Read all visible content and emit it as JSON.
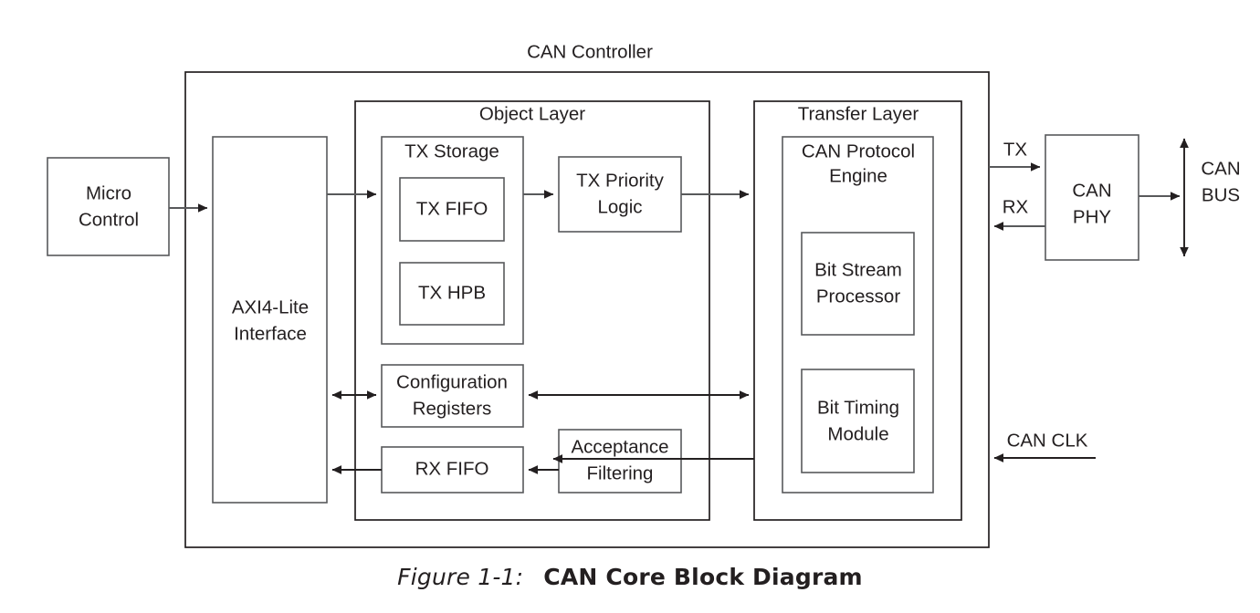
{
  "figure": {
    "number": "Figure 1-1:",
    "title": "CAN Core Block Diagram"
  },
  "diagram": {
    "title": "CAN Controller",
    "external_blocks": [
      {
        "id": "micro-control",
        "label_line1": "Micro",
        "label_line2": "Control"
      },
      {
        "id": "can-phy",
        "label_line1": "CAN",
        "label_line2": "PHY"
      }
    ],
    "interface_block": {
      "id": "axi4-lite-interface",
      "label_line1": "AXI4-Lite",
      "label_line2": "Interface"
    },
    "layers": [
      {
        "id": "object-layer",
        "label": "Object Layer",
        "blocks": [
          {
            "id": "tx-storage",
            "label": "TX Storage"
          },
          {
            "id": "tx-fifo",
            "label": "TX FIFO"
          },
          {
            "id": "tx-hpb",
            "label": "TX HPB"
          },
          {
            "id": "tx-priority-logic",
            "label_line1": "TX Priority",
            "label_line2": "Logic"
          },
          {
            "id": "configuration-registers",
            "label_line1": "Configuration",
            "label_line2": "Registers"
          },
          {
            "id": "rx-fifo",
            "label": "RX FIFO"
          },
          {
            "id": "acceptance-filtering",
            "label_line1": "Acceptance",
            "label_line2": "Filtering"
          }
        ]
      },
      {
        "id": "transfer-layer",
        "label": "Transfer Layer",
        "blocks": [
          {
            "id": "can-protocol-engine",
            "label_line1": "CAN Protocol",
            "label_line2": "Engine"
          },
          {
            "id": "bit-stream-processor",
            "label_line1": "Bit Stream",
            "label_line2": "Processor"
          },
          {
            "id": "bit-timing-module",
            "label_line1": "Bit Timing",
            "label_line2": "Module"
          }
        ]
      }
    ],
    "signals": [
      {
        "id": "tx",
        "label": "TX"
      },
      {
        "id": "rx",
        "label": "RX"
      },
      {
        "id": "can-bus",
        "label_line1": "CAN",
        "label_line2": "BUS"
      },
      {
        "id": "can-clk",
        "label": "CAN CLK"
      }
    ],
    "colors": {
      "line_gray": "#58595b",
      "line_black": "#231f20",
      "background": "#ffffff"
    }
  }
}
